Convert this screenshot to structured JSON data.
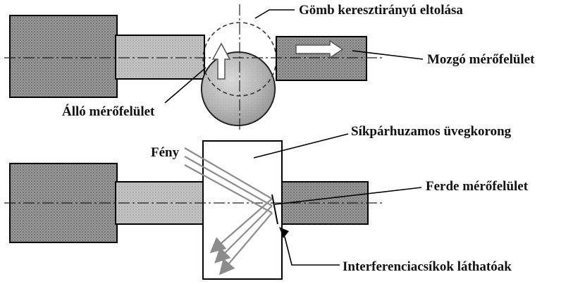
{
  "diagram": {
    "top": {
      "label_sphere_shift": "Gömb keresztirányú eltolása",
      "label_moving_surface": "Mozgó mérőfelület",
      "label_fixed_surface": "Álló mérőfelület"
    },
    "bottom": {
      "label_glass_disc": "Síkpárhuzamos üvegkorong",
      "label_light": "Fény",
      "label_oblique_surface": "Ferde mérőfelület",
      "label_interference": "Interferenciacsíkok láthatóak"
    }
  },
  "colors": {
    "shaft_fill": "#8a8a8a",
    "shaft_dark": "#5a5a5a",
    "sphere_fill": "#bdbdbd",
    "light_rays": "#8c8c8c",
    "outline": "#000000"
  },
  "icons": {
    "up_arrow": "up-arrow-icon",
    "right_arrow": "right-arrow-icon"
  }
}
